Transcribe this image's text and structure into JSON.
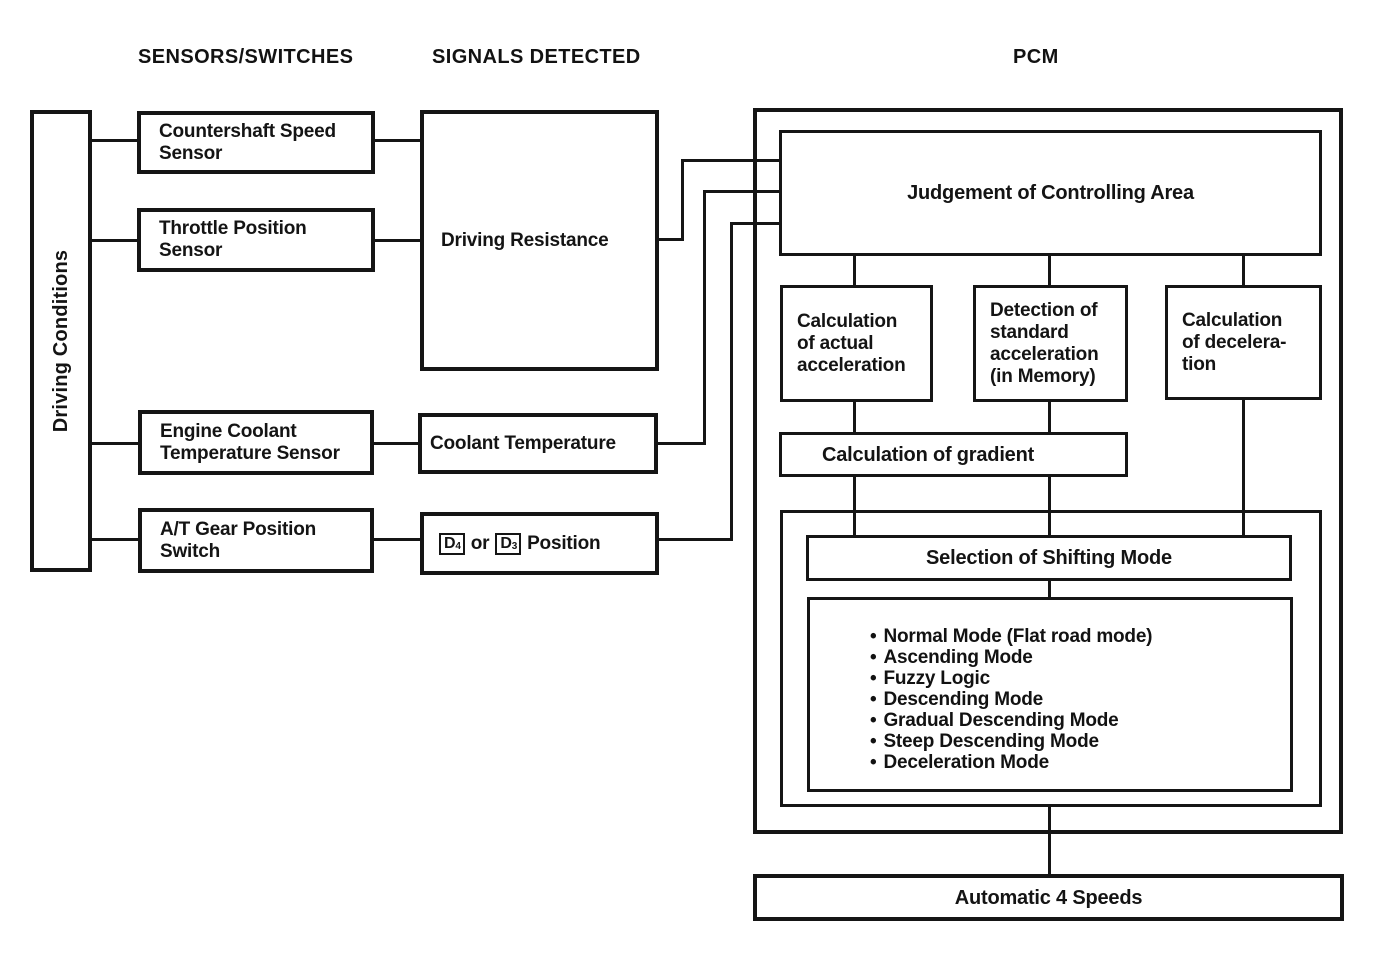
{
  "headers": {
    "sensors": "SENSORS/SWITCHES",
    "signals": "SIGNALS DETECTED",
    "pcm": "PCM"
  },
  "left_rail": {
    "label": "Driving Conditions"
  },
  "sensors": {
    "countershaft": "Countershaft Speed\nSensor",
    "throttle": "Throttle Position\nSensor",
    "coolant": "Engine Coolant\nTemperature Sensor",
    "gear": "A/T Gear Position\nSwitch"
  },
  "signals": {
    "driving_resistance": "Driving Resistance",
    "coolant_temperature": "Coolant Temperature",
    "gear_position": {
      "d_letter": "D",
      "d4_sub": "4",
      "or_word": "or",
      "d3_sub": "3",
      "suffix": "Position"
    }
  },
  "pcm": {
    "judgement": "Judgement of Controlling Area",
    "calc_actual": "Calculation\nof actual\nacceleration",
    "detect_std": "Detection of\nstandard\nacceleration\n(in Memory)",
    "calc_decel": "Calculation\nof decelera-\ntion",
    "calc_gradient": "Calculation of gradient",
    "selection": "Selection of Shifting Mode",
    "bullet": "•",
    "modes": [
      "Normal Mode (Flat road mode)",
      "Ascending Mode",
      "Fuzzy Logic",
      "Descending Mode",
      "Gradual Descending Mode",
      "Steep Descending Mode",
      "Deceleration Mode"
    ]
  },
  "output_box": {
    "label": "Automatic 4 Speeds"
  }
}
